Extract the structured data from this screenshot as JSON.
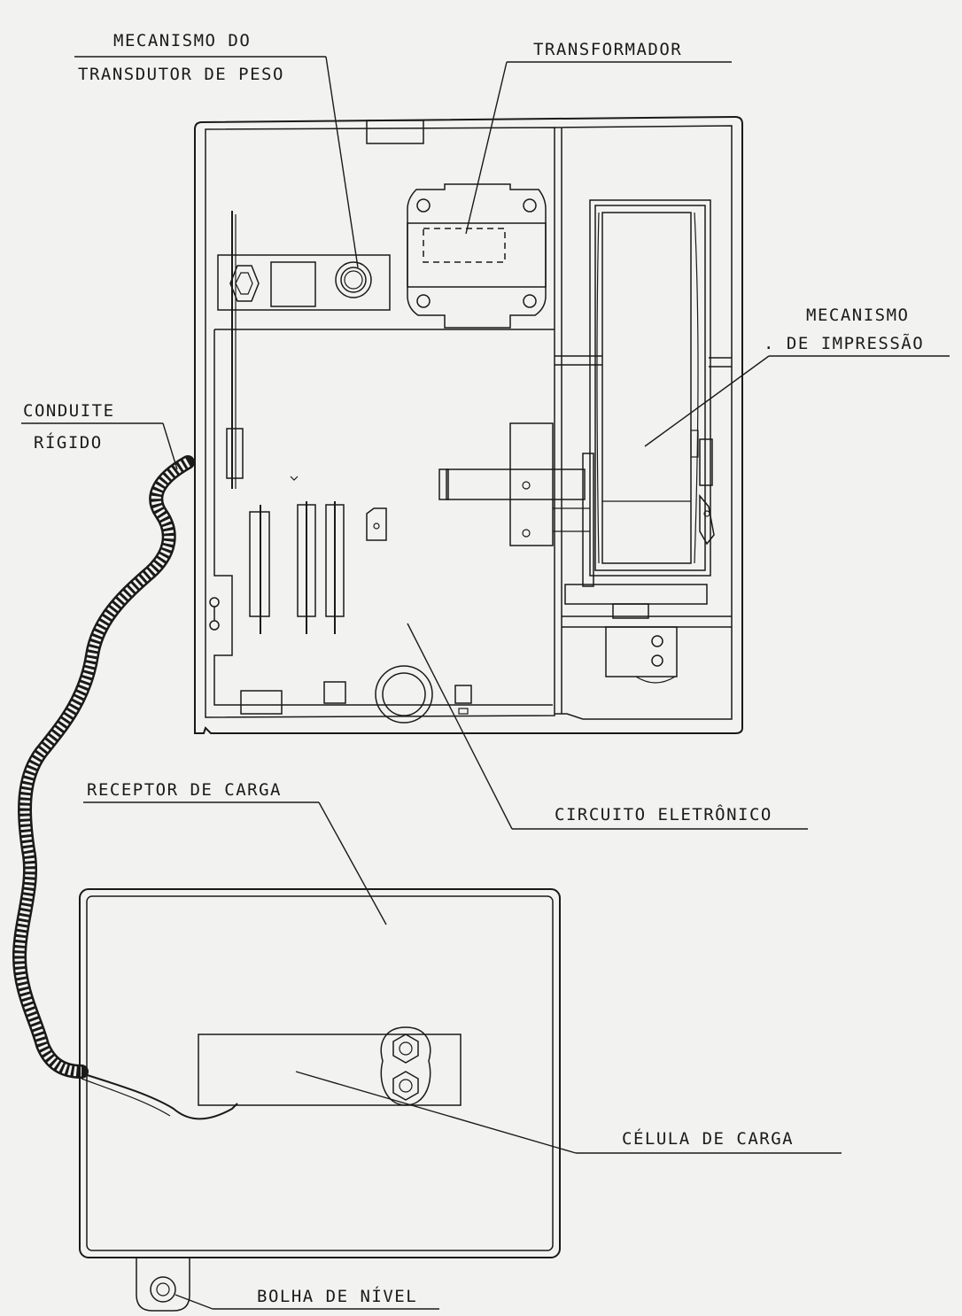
{
  "labels": {
    "mecanismo_transdutor_line1": "MECANISMO DO",
    "mecanismo_transdutor_line2": "TRANSDUTOR DE PESO",
    "transformador": "TRANSFORMADOR",
    "mecanismo_impressao_line1": "MECANISMO",
    "mecanismo_impressao_line2": ". DE IMPRESSÃO",
    "conduite_line1": "CONDUITE",
    "conduite_line2": "RÍGIDO",
    "receptor_de_carga": "RECEPTOR DE CARGA",
    "circuito_eletronico": "CIRCUITO ELETRÔNICO",
    "celula_de_carga": "CÉLULA DE CARGA",
    "bolha_de_nivel": "BOLHA DE NÍVEL"
  },
  "colors": {
    "paper": "#f2f2f0",
    "ink": "#1a1a1a"
  }
}
